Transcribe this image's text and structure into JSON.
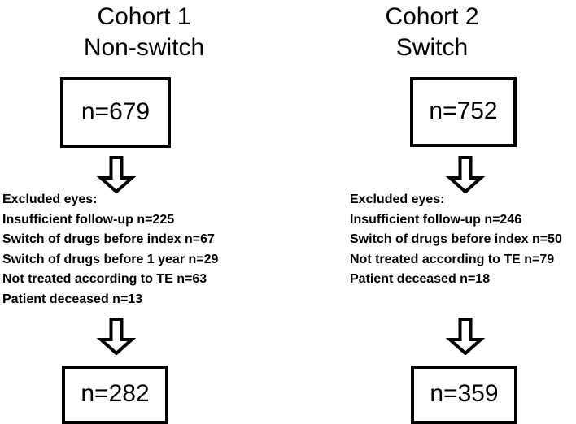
{
  "figure": {
    "type": "flowchart",
    "orientation": "two-column-parallel",
    "arrow_icon": "down-block-arrow"
  },
  "columns": [
    {
      "id": "cohort-1",
      "heading_line1": "Cohort 1",
      "heading_line2": "Non-switch",
      "enrolled_box": "n=679",
      "excluded_title": "Excluded eyes:",
      "excluded_items": [
        "Insufficient follow-up n=225",
        "Switch of drugs before index n=67",
        "Switch of drugs before 1 year n=29",
        "Not treated according to TE n=63",
        "Patient deceased n=13"
      ],
      "final_box": "n=282"
    },
    {
      "id": "cohort-2",
      "heading_line1": "Cohort 2",
      "heading_line2": "Switch",
      "enrolled_box": "n=752",
      "excluded_title": "Excluded eyes:",
      "excluded_items": [
        "Insufficient follow-up n=246",
        "Switch of drugs before index n=50",
        "Not treated according to TE n=79",
        "Patient deceased n=18"
      ],
      "final_box": "n=359"
    }
  ],
  "colors": {
    "background": "#ffffff",
    "stroke": "#000000",
    "text": "#000000"
  }
}
